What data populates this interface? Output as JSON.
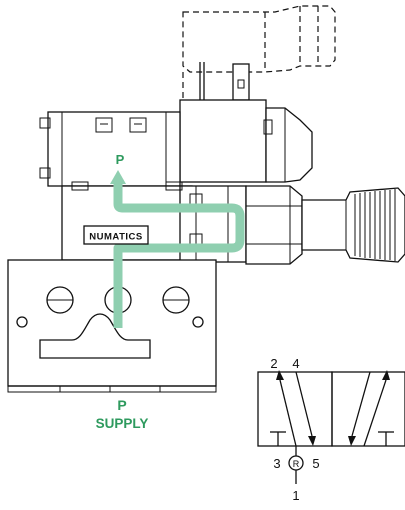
{
  "labels": {
    "pilot_port": "P",
    "supply_port": "P",
    "supply_text": "SUPPLY",
    "brand": "NUMATICS"
  },
  "symbol": {
    "port_2": "2",
    "port_4": "4",
    "port_3": "3",
    "port_5": "5",
    "port_1": "1",
    "port_r": "R"
  },
  "colors": {
    "flow_path": "#8fcfb0",
    "label_green": "#2e9a5e",
    "line": "#111111"
  }
}
